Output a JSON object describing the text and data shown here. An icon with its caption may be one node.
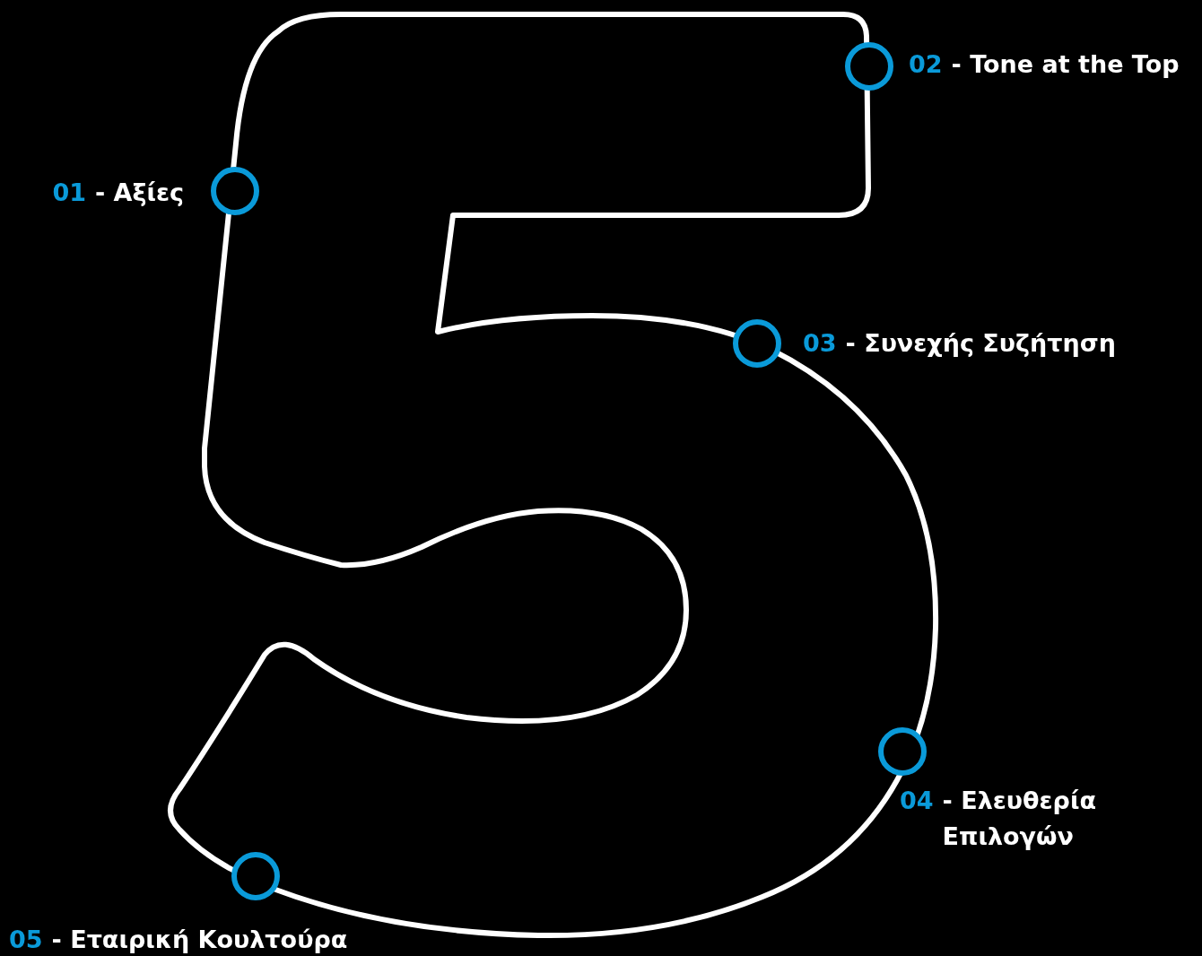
{
  "diagram": {
    "nodes": [
      {
        "text": [],
        "shape": "circle",
        "beside": [
          "01",
          "- Αξίες"
        ]
      },
      {
        "text": [],
        "shape": "circle",
        "beside": [
          "02",
          "- Tone at the Top"
        ]
      },
      {
        "text": [],
        "shape": "circle",
        "beside": [
          "03",
          "- Συνεχής Συζήτηση"
        ]
      },
      {
        "text": [],
        "shape": "circle",
        "beside": [
          "04",
          "- Ελευθερία Επιλογών"
        ]
      },
      {
        "text": [],
        "shape": "circle",
        "beside": [
          "05",
          "- Εταιρική Κουλτούρα"
        ]
      }
    ]
  }
}
